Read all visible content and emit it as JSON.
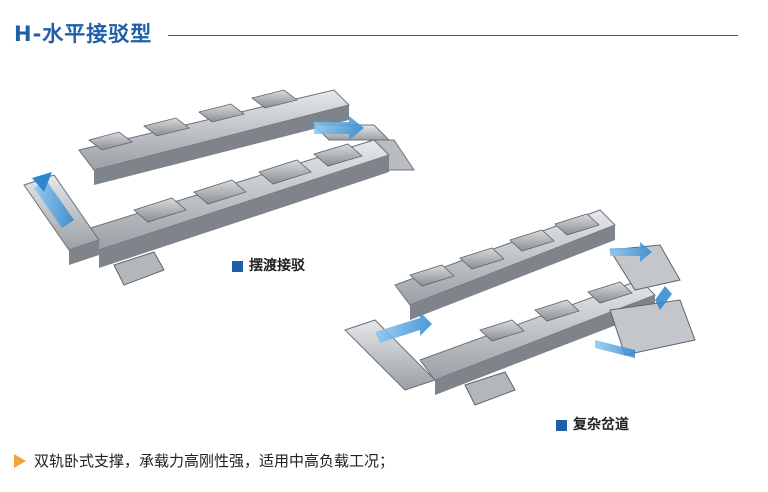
{
  "header": {
    "title": "H-水平接驳型"
  },
  "figures": {
    "swing": {
      "caption": "摆渡接驳",
      "icon": "linear-module-swing-docking-image"
    },
    "branch": {
      "caption": "复杂岔道",
      "icon": "linear-module-complex-branch-image"
    }
  },
  "footer": {
    "text": "双轨卧式支撑，承载力高刚性强，适用中高负载工况；",
    "bullet_icon": "orange-triangle-bullet-icon"
  },
  "colors": {
    "title": "#1f5fa8",
    "bullet": "#f2a43a",
    "caption_square": "#1f5fa8",
    "arrow": "#3a8fd6"
  }
}
